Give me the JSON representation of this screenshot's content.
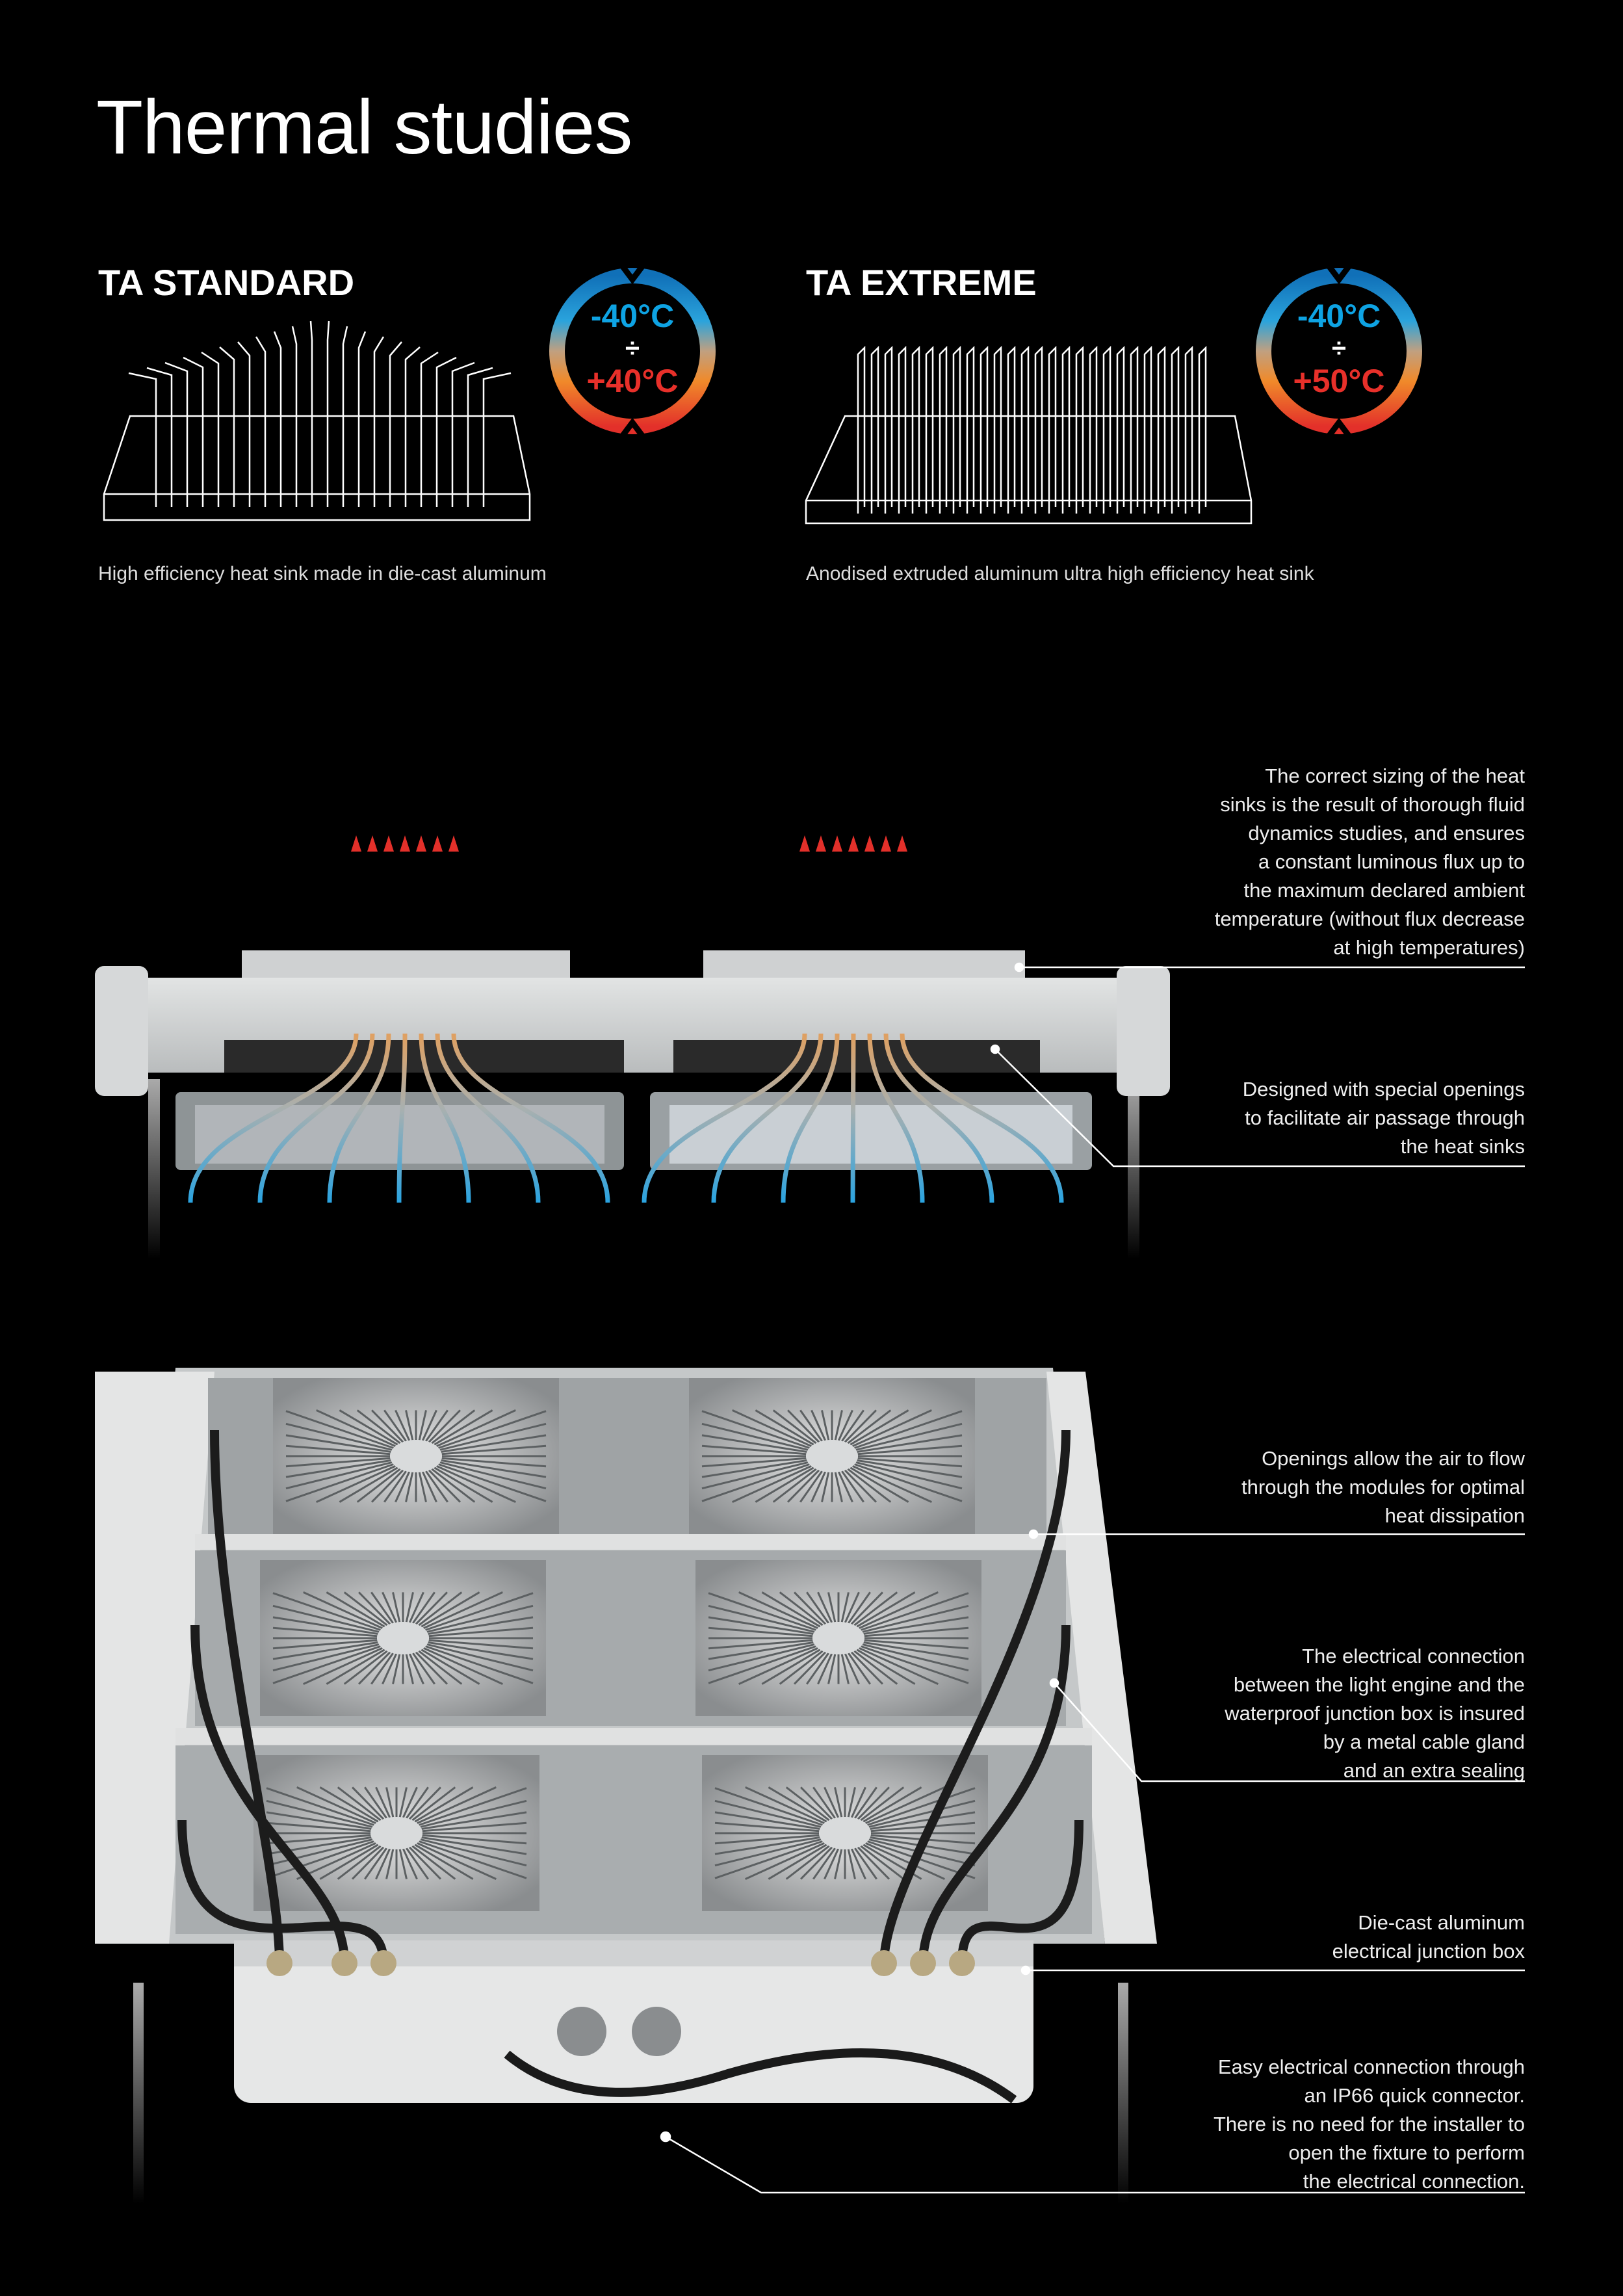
{
  "page": {
    "title": "Thermal studies"
  },
  "colors": {
    "background": "#000000",
    "cold": "#0ea3e3",
    "hot": "#e8302a",
    "orange": "#f0802a",
    "text": "#ffffff"
  },
  "models": [
    {
      "name": "TA STANDARD",
      "temp_min": "-40°C",
      "divider": "÷",
      "temp_max": "+40°C",
      "caption": "High efficiency heat sink made in die-cast aluminum"
    },
    {
      "name": "TA EXTREME",
      "temp_min": "-40°C",
      "divider": "÷",
      "temp_max": "+50°C",
      "caption": "Anodised extruded aluminum ultra high efficiency heat sink"
    }
  ],
  "airflow_notes": [
    {
      "lines": [
        "The correct sizing of the heat",
        "sinks is the result of thorough fluid",
        "dynamics studies, and ensures",
        "a constant luminous flux up to",
        "the maximum declared ambient",
        "temperature (without flux decrease",
        "at high temperatures)"
      ]
    },
    {
      "lines": [
        "Designed with special openings",
        "to facilitate air passage through",
        "the heat sinks"
      ]
    }
  ],
  "rear_notes": [
    {
      "lines": [
        "Openings allow the air to flow",
        "through the modules for optimal",
        "heat dissipation"
      ]
    },
    {
      "lines": [
        "The electrical connection",
        "between the light engine and the",
        "waterproof junction box is insured",
        "by a metal cable gland",
        "and an extra sealing"
      ]
    },
    {
      "lines": [
        "Die-cast aluminum",
        "electrical junction box"
      ]
    },
    {
      "lines": [
        "Easy electrical connection through",
        "an IP66 quick connector.",
        "There is no need for the installer to",
        "open the fixture to perform",
        "the electrical connection."
      ]
    }
  ]
}
